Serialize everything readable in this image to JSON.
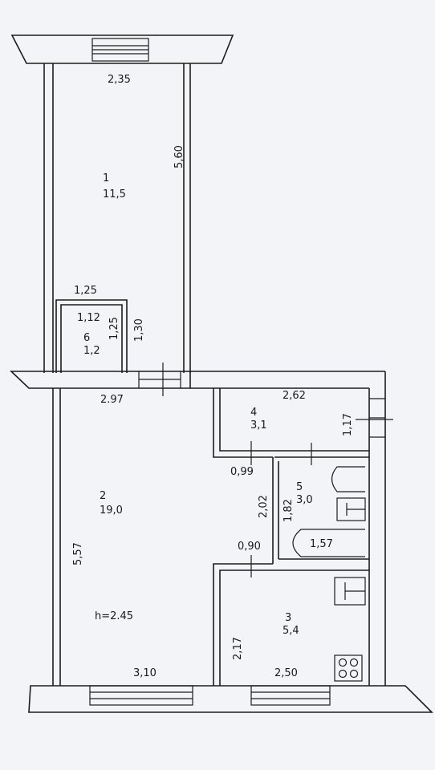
{
  "colors": {
    "background": "#f3f4f8",
    "ink": "#1c1c1c"
  },
  "top_width": "2,35",
  "balcony_length": "5,60",
  "room_1": {
    "number": "1",
    "area": "11,5"
  },
  "closet": {
    "width_outer": "1,25",
    "width_inner": "1,12",
    "depth_inner": "1,25",
    "depth_outer": "1,30",
    "number": "6",
    "area": "1,2"
  },
  "room_2": {
    "top_width": "2.97",
    "number": "2",
    "area": "19,0",
    "length": "5,57",
    "ceiling_height": "h=2.45",
    "bottom_width": "3,10"
  },
  "room_4": {
    "width": "2,62",
    "number": "4",
    "area": "3,1",
    "length": "1,17",
    "door_width": "0,99"
  },
  "room_5": {
    "number": "5",
    "area": "3,0",
    "bath_length": "1,57",
    "length_a": "2,02",
    "length_b": "1,82"
  },
  "room_3": {
    "door_width": "0,90",
    "number": "3",
    "area": "5,4",
    "length": "2,17",
    "width": "2,50"
  }
}
